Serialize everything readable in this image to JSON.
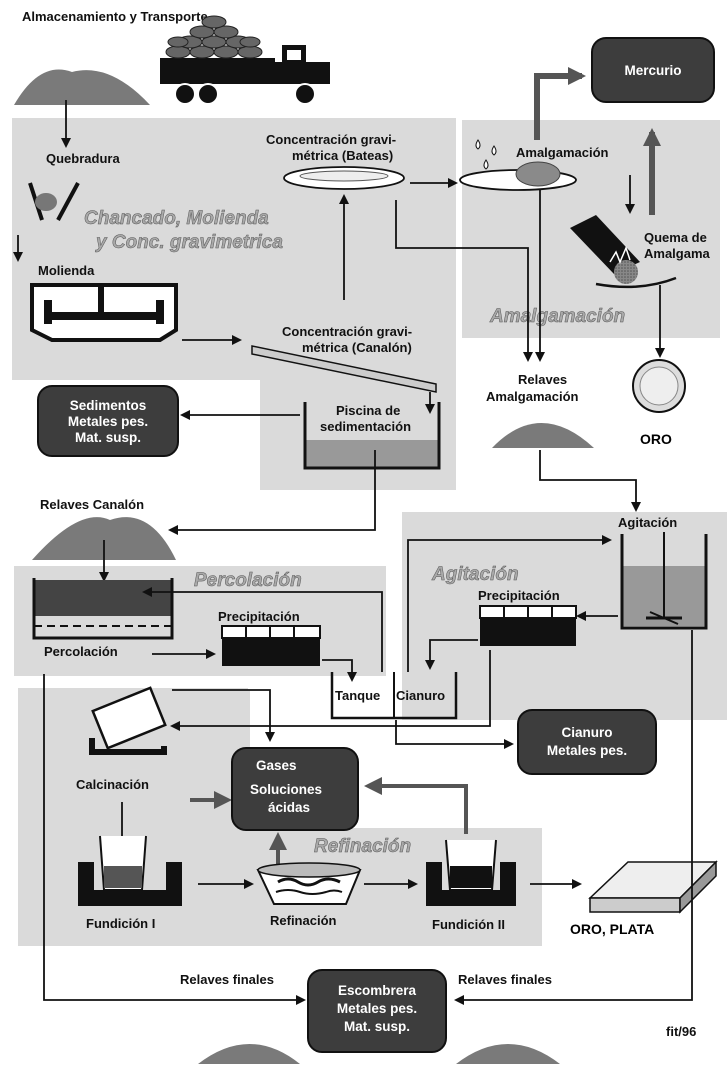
{
  "title": "Almacenamiento y Transporte",
  "regions": {
    "chancado_1": "Chancado, Molienda",
    "chancado_2": "y Conc. gravimetrica",
    "amalgamacion": "Amalgamación",
    "percolacion": "Percolación",
    "agitacion": "Agitación",
    "refinacion": "Refinación"
  },
  "labels": {
    "quebradura": "Quebradura",
    "molienda": "Molienda",
    "conc_bateas_1": "Concentración gravi-",
    "conc_bateas_2": "métrica (Bateas)",
    "conc_canalon_1": "Concentración gravi-",
    "conc_canalon_2": "métrica (Canalón)",
    "piscina_1": "Piscina de",
    "piscina_2": "sedimentación",
    "amalgamacion": "Amalgamación",
    "quema_1": "Quema de",
    "quema_2": "Amalgama",
    "relaves_amalg_1": "Relaves",
    "relaves_amalg_2": "Amalgamación",
    "relaves_canalon": "Relaves Canalón",
    "agitacion": "Agitación",
    "precipitacion_right": "Precipitación",
    "precipitacion_left": "Precipitación",
    "percolacion": "Percolación",
    "tanque": "Tanque",
    "cianuro": "Cianuro",
    "calcinacion": "Calcinación",
    "fundicion1": "Fundición I",
    "refinacion": "Refinación",
    "fundicion2": "Fundición II",
    "relaves_finales_left": "Relaves finales",
    "relaves_finales_right": "Relaves finales",
    "oro": "ORO",
    "oro_plata": "ORO, PLATA",
    "code": "fit/96"
  },
  "boxes": {
    "mercurio": "Mercurio",
    "sedimentos_1": "Sedimentos",
    "sedimentos_2": "Metales pes.",
    "sedimentos_3": "Mat. susp.",
    "cianuro_1": "Cianuro",
    "cianuro_2": "Metales pes.",
    "gases_1": "Gases",
    "gases_2": "Soluciones",
    "gases_3": "ácidas",
    "escombrera_1": "Escombrera",
    "escombrera_2": "Metales pes.",
    "escombrera_3": "Mat. susp."
  }
}
